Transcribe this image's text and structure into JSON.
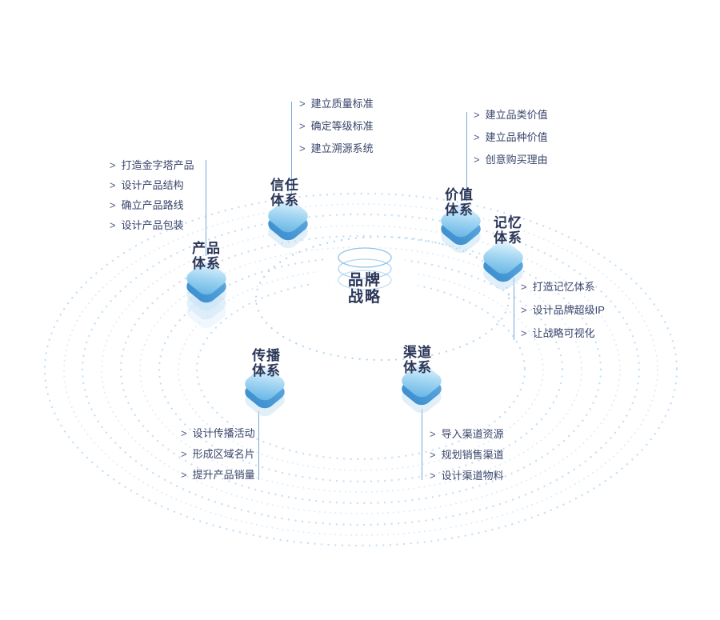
{
  "center": {
    "title": [
      "品牌",
      "战略"
    ]
  },
  "marker": ">",
  "systems": [
    {
      "name": "trust",
      "label": [
        "信任",
        "体系"
      ],
      "items": [
        "建立质量标准",
        "确定等级标准",
        "建立溯源系统"
      ]
    },
    {
      "name": "value",
      "label": [
        "价值",
        "体系"
      ],
      "items": [
        "建立品类价值",
        "建立品种价值",
        "创意购买理由"
      ]
    },
    {
      "name": "memory",
      "label": [
        "记忆",
        "体系"
      ],
      "items": [
        "打造记忆体系",
        "设计品牌超级IP",
        "让战略可视化"
      ]
    },
    {
      "name": "product",
      "label": [
        "产品",
        "体系"
      ],
      "items": [
        "打造金字塔产品",
        "设计产品结构",
        "确立产品路线",
        "设计产品包装"
      ]
    },
    {
      "name": "spread",
      "label": [
        "传播",
        "体系"
      ],
      "items": [
        "设计传播活动",
        "形成区域名片",
        "提升产品销量"
      ]
    },
    {
      "name": "channel",
      "label": [
        "渠道",
        "体系"
      ],
      "items": [
        "导入渠道资源",
        "规划销售渠道",
        "设计渠道物料"
      ]
    }
  ],
  "colors": {
    "accent_line": "#72abdc",
    "label_text": "#2b3658",
    "item_text": "#39456b",
    "cube_top": "#a6d8f3",
    "cube_side": "#3e90cf",
    "ring_dot": "#c9e0f3"
  }
}
